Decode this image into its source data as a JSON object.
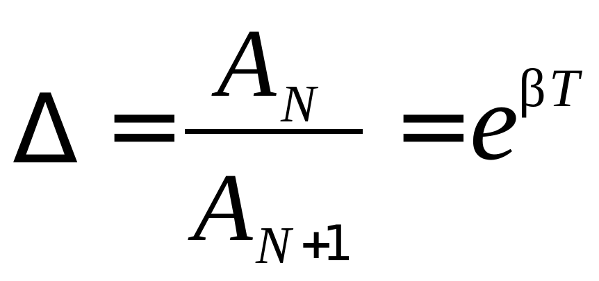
{
  "equation": {
    "lhs": "Δ",
    "equals_1": "=",
    "fraction": {
      "numerator": {
        "base": "A",
        "subscript": "N"
      },
      "denominator": {
        "base": "A",
        "subscript_variable": "N",
        "subscript_operator": "+",
        "subscript_constant": "1"
      }
    },
    "equals_2": "=",
    "exponential": {
      "base": "e",
      "exponent_coefficient": "β",
      "exponent_variable": "T"
    }
  }
}
